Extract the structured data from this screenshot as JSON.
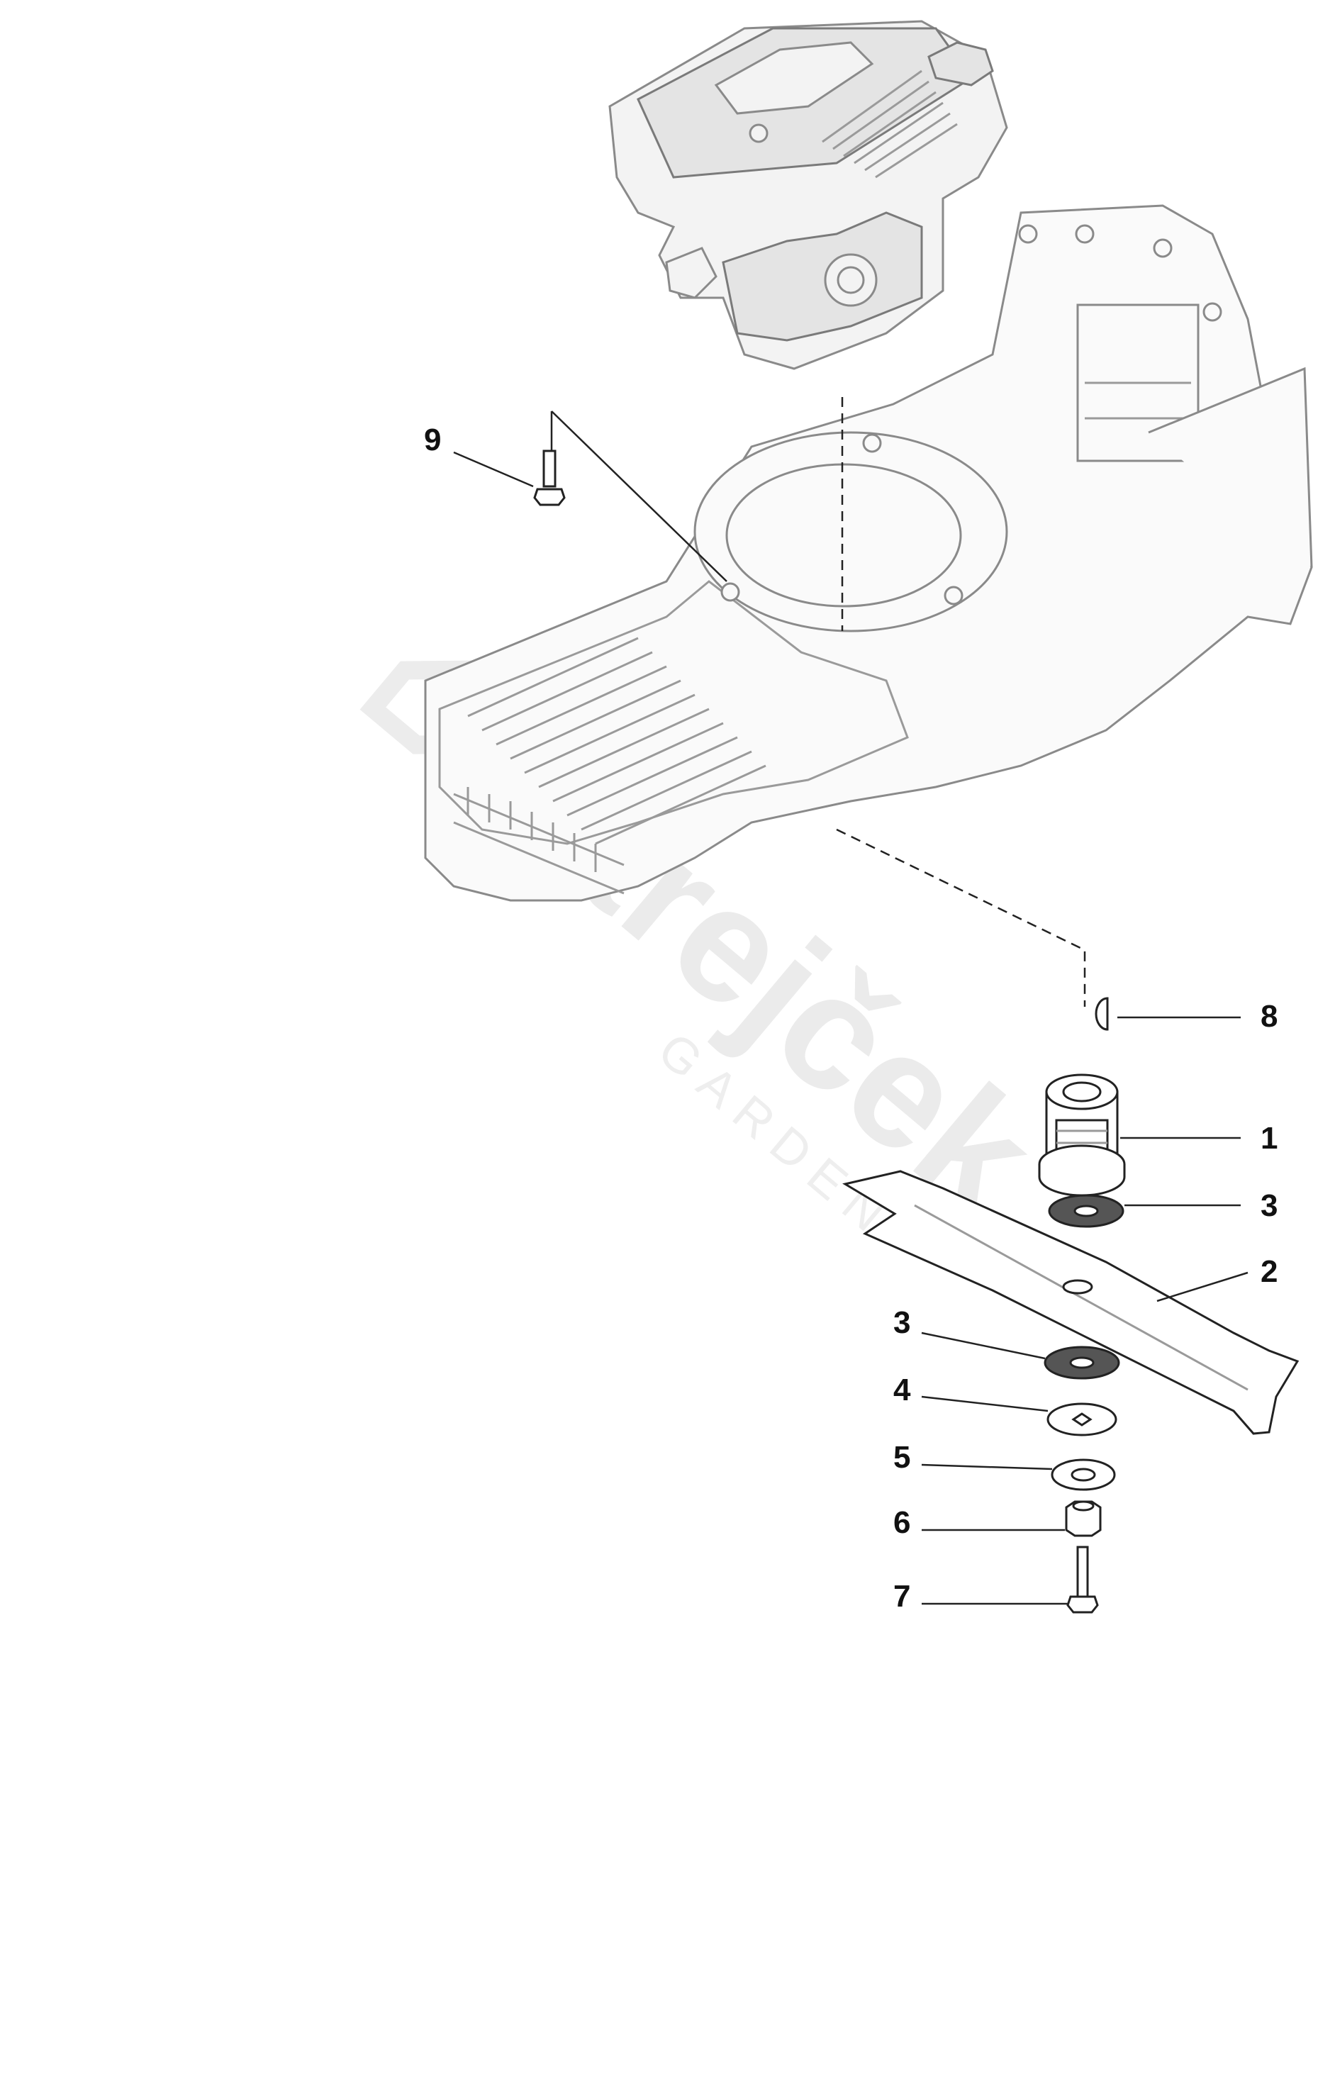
{
  "watermark": {
    "brand": "Strejček",
    "sub": "GARDEN"
  },
  "callouts": {
    "c1": "1",
    "c2": "2",
    "c3a": "3",
    "c3b": "3",
    "c4": "4",
    "c5": "5",
    "c6": "6",
    "c7": "7",
    "c8": "8",
    "c9": "9"
  },
  "colors": {
    "line": "#222222",
    "ghost": "#8a8a8a",
    "watermark": "#ebebeb"
  }
}
